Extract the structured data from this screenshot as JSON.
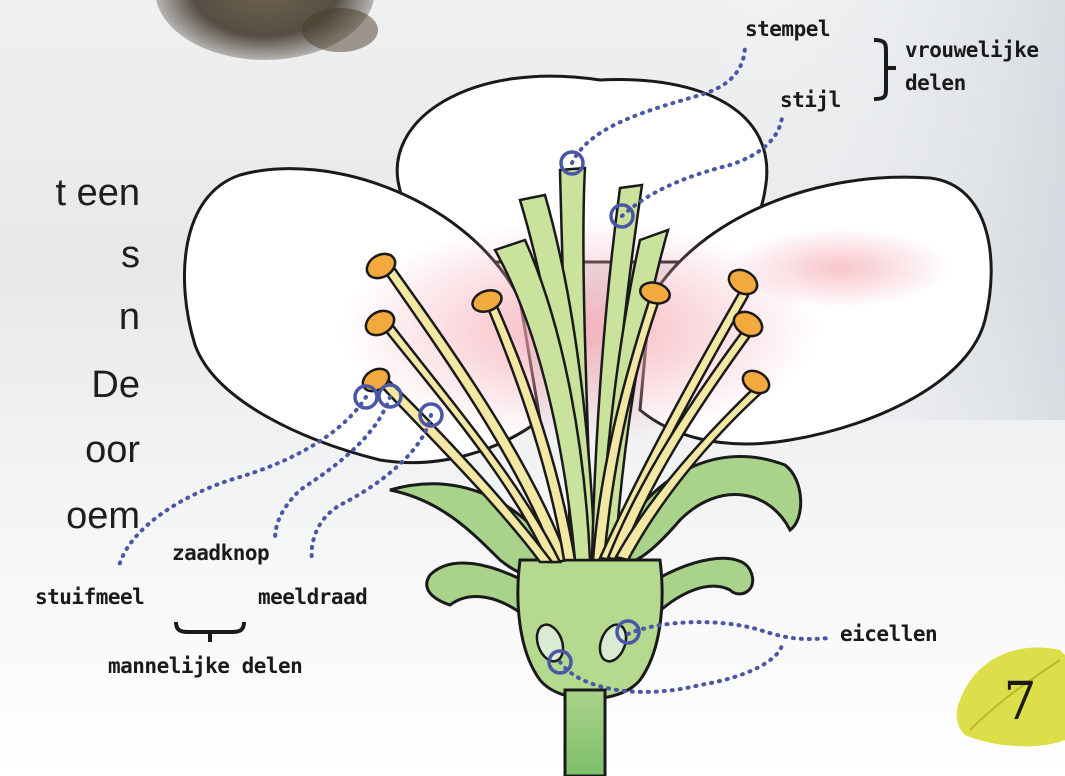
{
  "body_text": {
    "lines": [
      "t een",
      "s",
      "n",
      "De",
      "oor",
      "oem"
    ]
  },
  "labels": {
    "stempel": "stempel",
    "stijl": "stijl",
    "vrouwelijke_delen_1": "vrouwelijke",
    "vrouwelijke_delen_2": "delen",
    "zaadknop": "zaadknop",
    "stuifmeel": "stuifmeel",
    "meeldraad": "meeldraad",
    "mannelijke_delen": "mannelijke delen",
    "eicellen": "eicellen"
  },
  "page_number": "7",
  "colors": {
    "petal": "#ffffff",
    "outline": "#1a1a1a",
    "pink_glow": "#f4b8c0",
    "stamen_stalk": "#f3e7a4",
    "anther": "#f2a93e",
    "pistil_green": "#bcd98a",
    "sepal_green": "#9ccb78",
    "pointer_dots": "#4a56a6",
    "leaf_badge": "#d9dc3a"
  },
  "icons": {
    "bee": "bee-blur-icon",
    "page_badge": "leaf-badge-icon"
  }
}
